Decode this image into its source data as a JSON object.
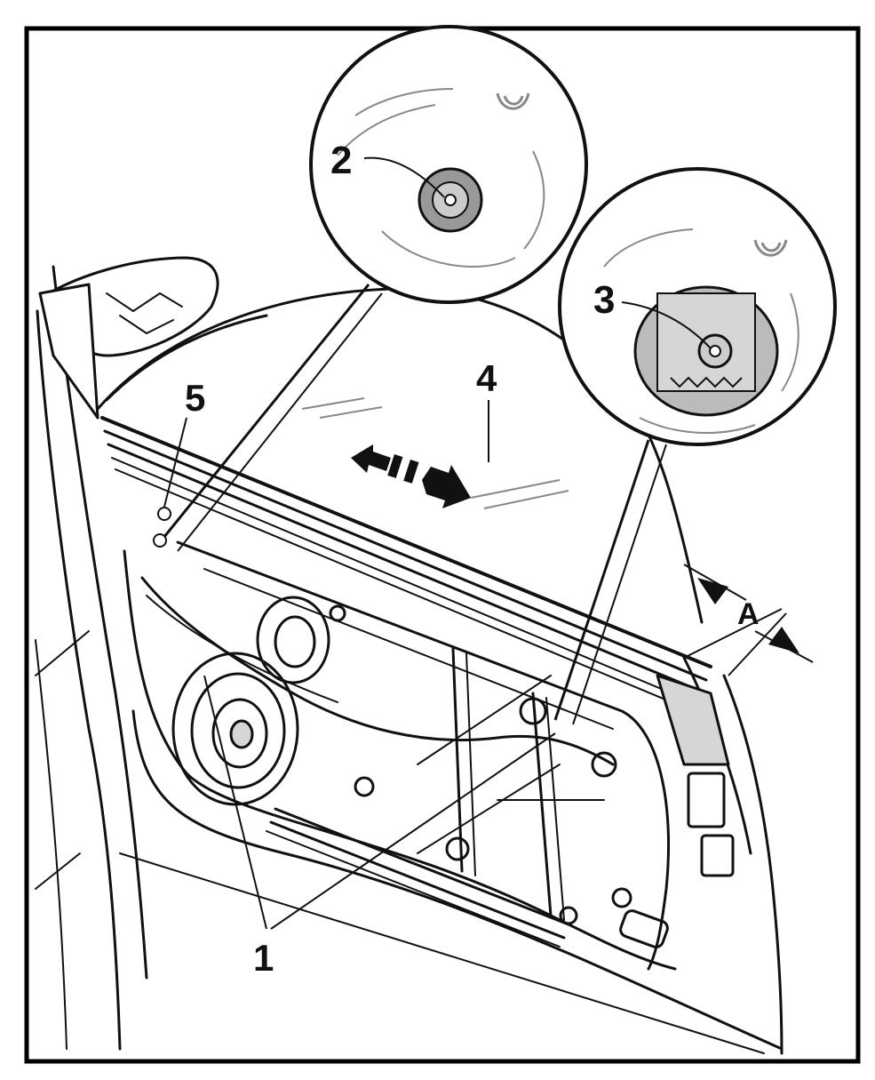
{
  "callouts": {
    "label_1": "1",
    "label_2": "2",
    "label_3": "3",
    "label_4": "4",
    "label_5": "5",
    "dimension_a": "A"
  },
  "colors": {
    "ink": "#111111",
    "frame": "#000000",
    "glass_hatch": "#888888",
    "part_fill": "#bbbbbb",
    "shadow_fill": "#d6d6d6",
    "background": "#ffffff"
  },
  "icons": {
    "slide_arrow": "double-arrow-icon",
    "dimension_arrows": "converging-arrow-icon"
  }
}
